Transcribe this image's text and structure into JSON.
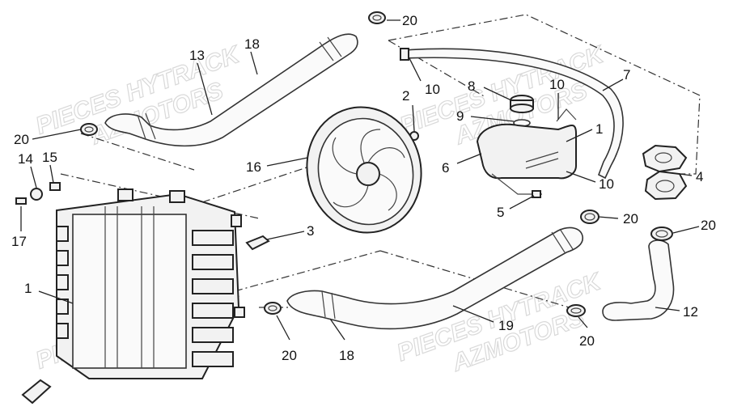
{
  "watermark": {
    "line1": "PIECES HYTRACK",
    "line2": "AZMOTORS"
  },
  "callouts": {
    "c18_top": "18",
    "c13": "13",
    "c20_top": "20",
    "c10_a": "10",
    "c2": "2",
    "c8": "8",
    "c10_b": "10",
    "c7": "7",
    "c9": "9",
    "c1_right": "1",
    "c20_left": "20",
    "c16": "16",
    "c6": "6",
    "c14": "14",
    "c15": "15",
    "c10_c": "10",
    "c4": "4",
    "c5": "5",
    "c20_mid": "20",
    "c20_right": "20",
    "c17": "17",
    "c3": "3",
    "c1_left": "1",
    "c12": "12",
    "c19": "19",
    "c20_bottom_left": "20",
    "c18_bottom": "18",
    "c20_bottom_right": "20"
  },
  "part_names": {
    "radiator": "radiator",
    "fan": "fan",
    "reservoir": "reservoir",
    "hose": "hose",
    "clamp": "clamp",
    "cap": "cap"
  }
}
